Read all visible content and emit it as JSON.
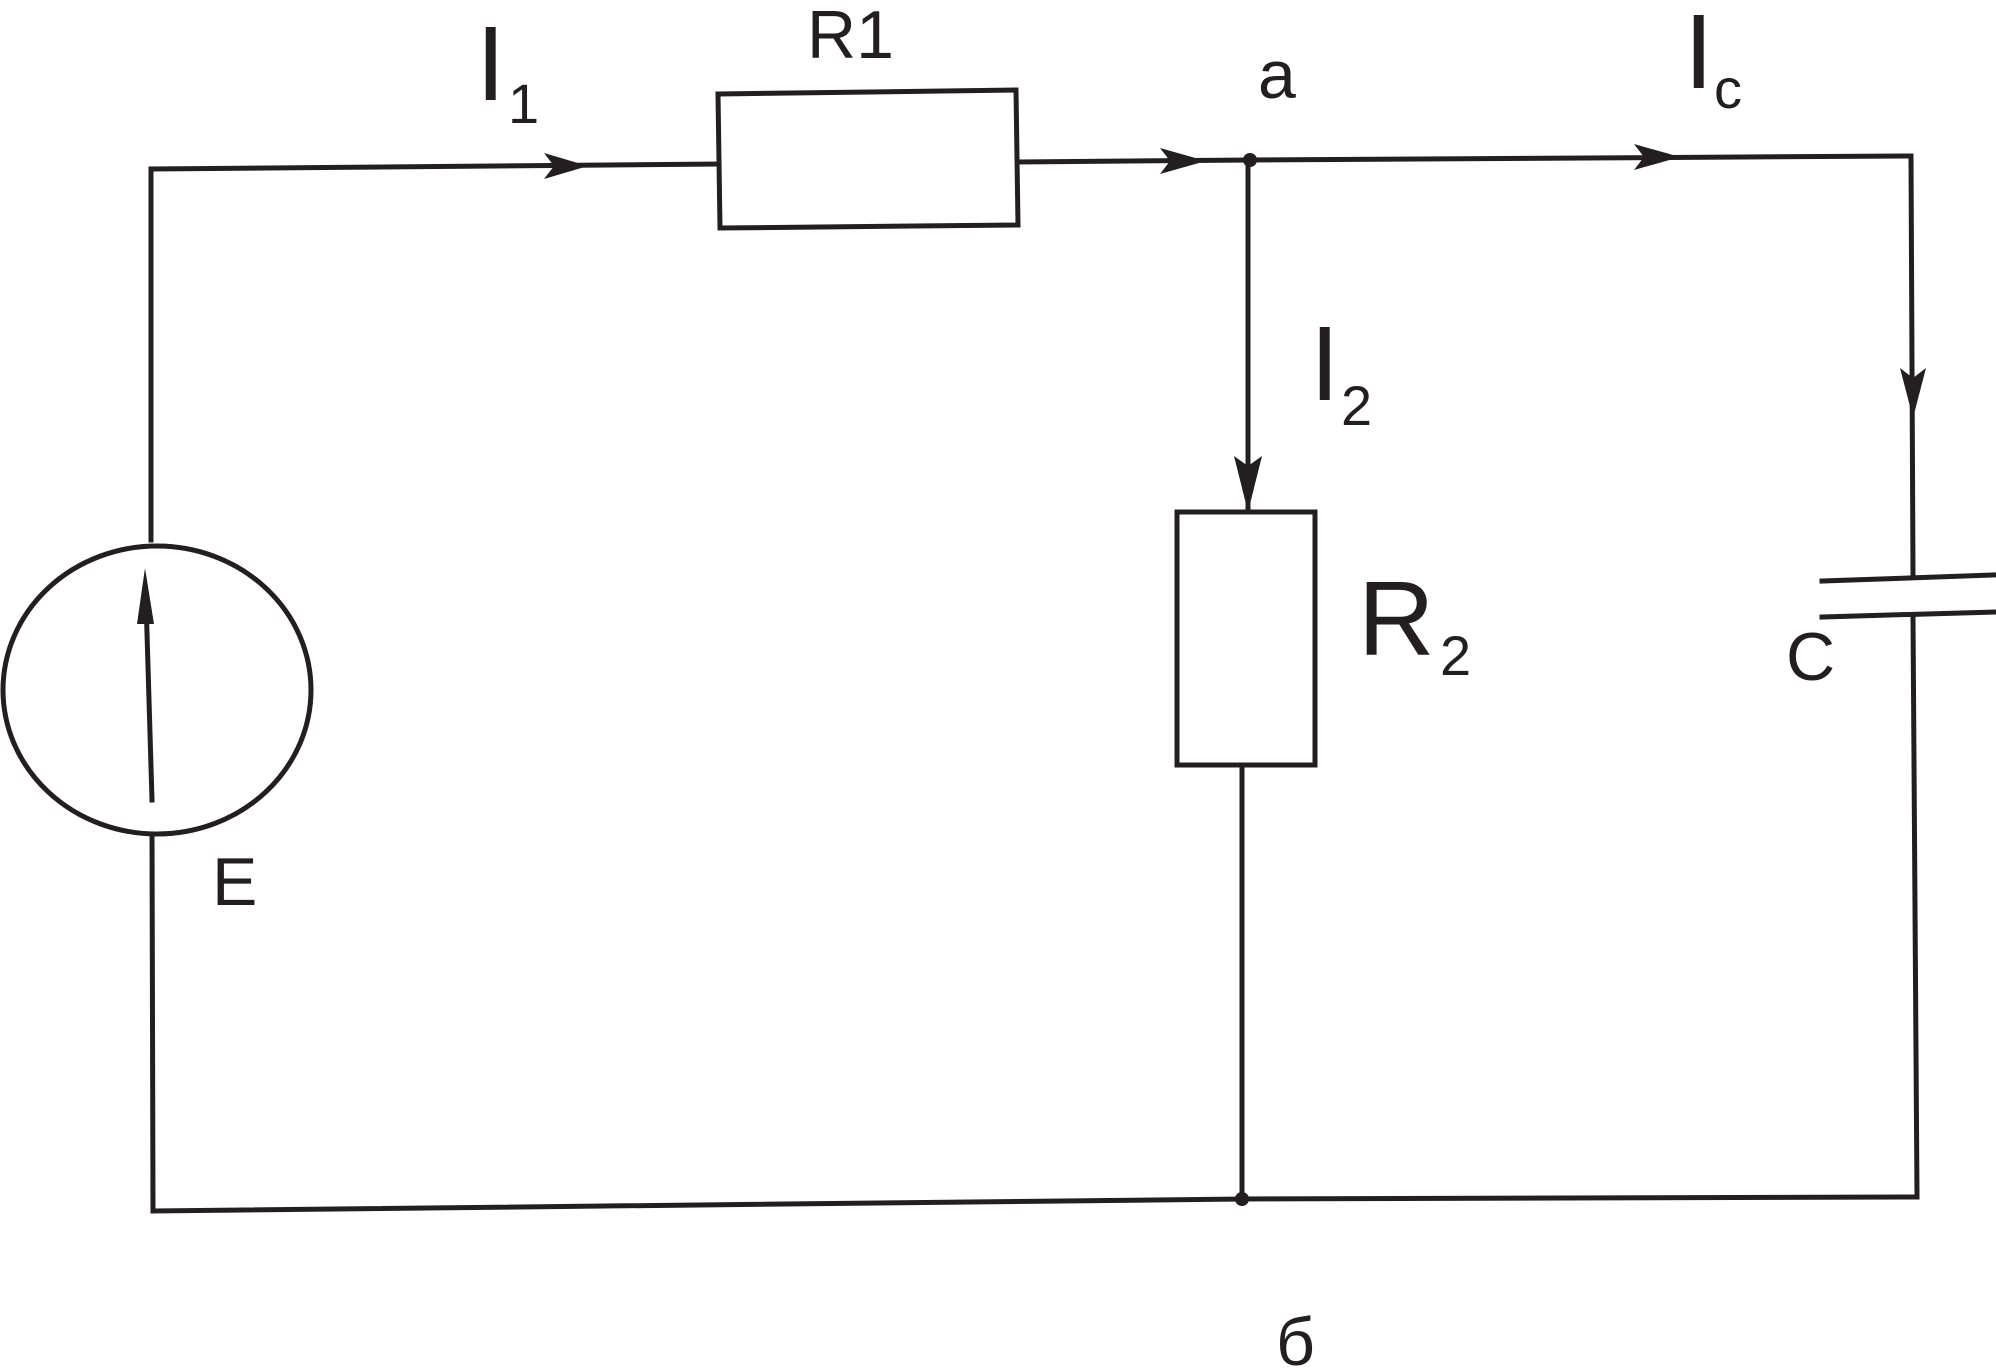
{
  "diagram": {
    "colors": {
      "ink": "#231f20",
      "background": "#ffffff"
    },
    "labels": {
      "current_1": "I",
      "current_1_sub": "1",
      "resistor_1": "R1",
      "node_a": "a",
      "current_c": "I",
      "current_c_sub": "c",
      "current_2": "I",
      "current_2_sub": "2",
      "resistor_2": "R",
      "resistor_2_sub": "2",
      "capacitor": "C",
      "source": "E",
      "node_b": "б"
    }
  }
}
